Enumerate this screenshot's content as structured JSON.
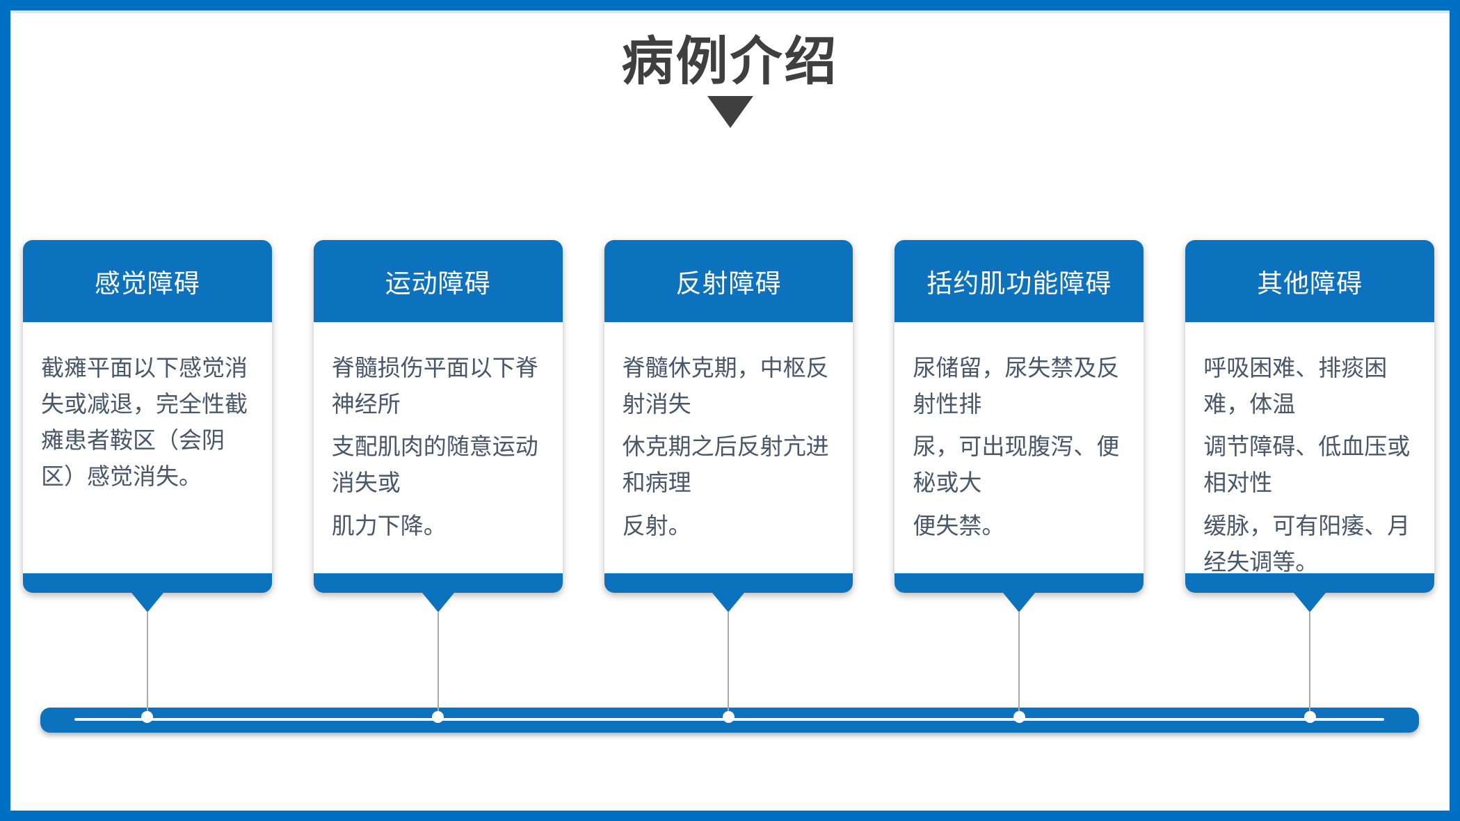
{
  "slide": {
    "title": "病例介绍"
  },
  "colors": {
    "accent_blue": "#0D72BD",
    "frame_blue": "#0070C4",
    "top_highlight": "#D7E9F8",
    "title_gray": "#3F3F3F",
    "body_text_gray_blue": "#49576B",
    "connector_gray": "#ABABAB"
  },
  "cards": [
    {
      "header": "感觉障碍",
      "paragraphs": [
        "截瘫平面以下感觉消失或减退，完全性截瘫患者鞍区（会阴区）感觉消失。"
      ]
    },
    {
      "header": "运动障碍",
      "paragraphs": [
        "脊髓损伤平面以下脊神经所",
        "支配肌肉的随意运动消失或",
        "肌力下降。"
      ]
    },
    {
      "header": "反射障碍",
      "paragraphs": [
        "脊髓休克期，中枢反射消失",
        "休克期之后反射亢进和病理",
        "反射。"
      ]
    },
    {
      "header": "括约肌功能障碍",
      "paragraphs": [
        "尿储留，尿失禁及反射性排",
        "尿，可出现腹泻、便秘或大",
        "便失禁。"
      ]
    },
    {
      "header": "其他障碍",
      "paragraphs": [
        "呼吸困难、排痰困难，体温",
        "调节障碍、低血压或相对性",
        "缓脉，可有阳痿、月经失调等。"
      ]
    }
  ]
}
